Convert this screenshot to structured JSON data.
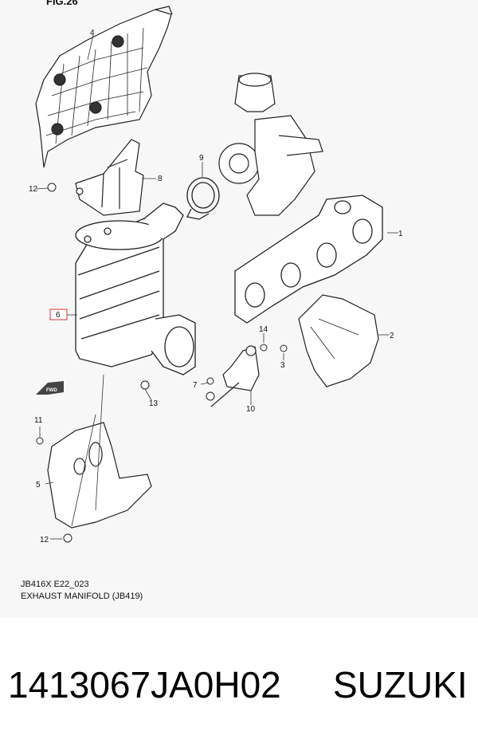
{
  "figure": {
    "fig_label": "FIG.26",
    "drawing_code": "JB416X E22_023",
    "caption": "EXHAUST MANIFOLD (JB419)",
    "fwd_label": "FWD",
    "callouts": [
      "1",
      "2",
      "3",
      "4",
      "5",
      "6",
      "7",
      "8",
      "9",
      "10",
      "11",
      "12",
      "12",
      "13",
      "14"
    ]
  },
  "product": {
    "part_number": "1413067JA0H02",
    "brand": "SUZUKI"
  },
  "colors": {
    "panel_bg": "#f7f7f7",
    "line": "#222222",
    "highlight": "#dd3333"
  }
}
